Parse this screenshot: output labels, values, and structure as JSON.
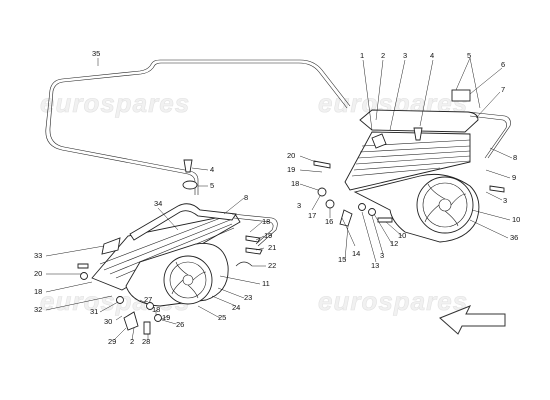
{
  "watermark": {
    "text": "eurospares"
  },
  "callouts": {
    "c1": "1",
    "c2": "2",
    "c3": "3",
    "c4": "4",
    "c5": "5",
    "c6": "6",
    "c7": "7",
    "c8": "8",
    "c9": "9",
    "c10": "10",
    "c11": "11",
    "c12": "12",
    "c13": "13",
    "c14": "14",
    "c15": "15",
    "c16": "16",
    "c17": "17",
    "c18": "18",
    "c19": "19",
    "c20": "20",
    "c21": "21",
    "c22": "22",
    "c23": "23",
    "c24": "24",
    "c25": "25",
    "c26": "26",
    "c27": "27",
    "c28": "28",
    "c29": "29",
    "c30": "30",
    "c31": "31",
    "c32": "32",
    "c33": "33",
    "c34": "34",
    "c35": "35",
    "c36": "36"
  }
}
